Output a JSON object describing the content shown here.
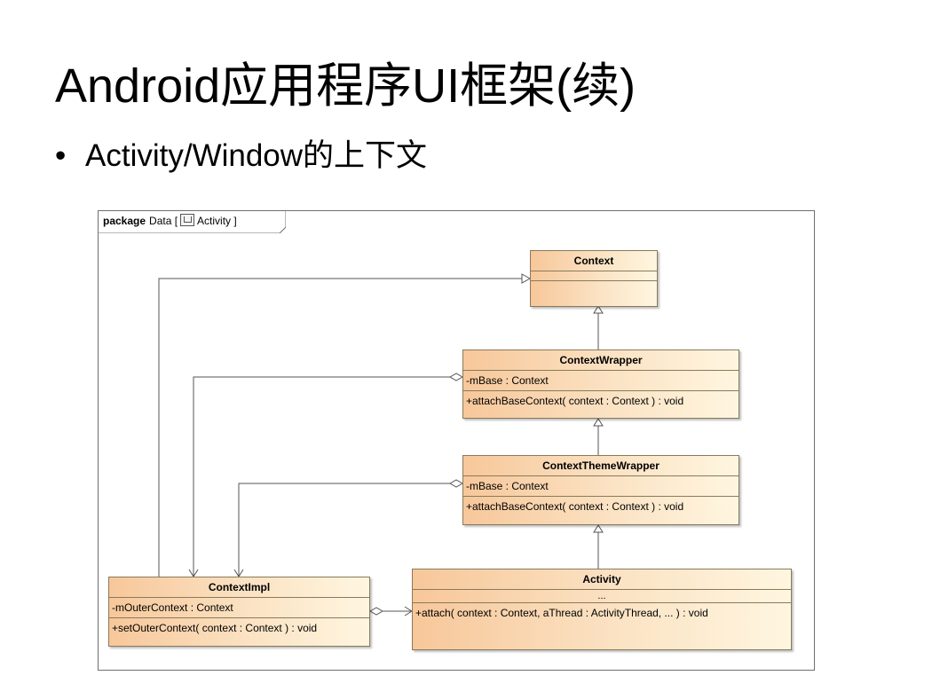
{
  "slide": {
    "title": "Android应用程序UI框架(续)",
    "bullet": "Activity/Window的上下文"
  },
  "diagram": {
    "package_keyword": "package",
    "package_name": "Data [",
    "package_diagram": "Activity ]",
    "classes": {
      "context": {
        "name": "Context"
      },
      "context_wrapper": {
        "name": "ContextWrapper",
        "attribute": "-mBase : Context",
        "operation": "+attachBaseContext( context : Context ) : void"
      },
      "context_theme_wrapper": {
        "name": "ContextThemeWrapper",
        "attribute": "-mBase : Context",
        "operation": "+attachBaseContext( context : Context ) : void"
      },
      "activity": {
        "name": "Activity",
        "attribute": "...",
        "operation": "+attach( context : Context, aThread : ActivityThread, ... ) : void"
      },
      "context_impl": {
        "name": "ContextImpl",
        "attribute": "-mOuterContext : Context",
        "operation": "+setOuterContext( context : Context ) : void"
      }
    },
    "colors": {
      "class_fill_left": "#f7c79a",
      "class_fill_right": "#fff6e0",
      "class_border": "#8a7a5a",
      "edge": "#555555"
    }
  }
}
